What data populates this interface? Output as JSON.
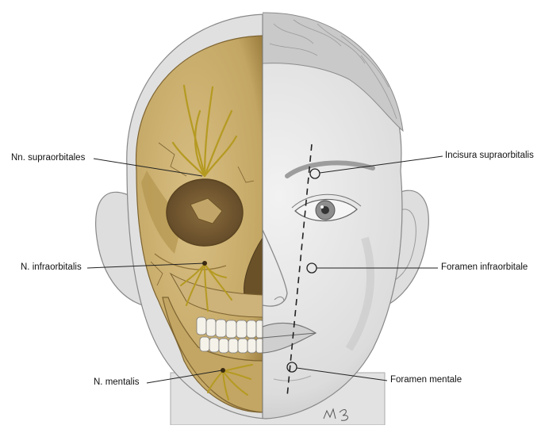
{
  "labels": {
    "nn_supraorbitales": "Nn. supraorbitales",
    "n_infraorbitalis": "N. infraorbitalis",
    "n_mentalis": "N. mentalis",
    "incisura_supraorbitalis": "Incisura supraorbitalis",
    "foramen_infraorbitale": "Foramen infraorbitale",
    "foramen_mentale": "Foramen mentale"
  },
  "signature": "M.B.",
  "colors": {
    "bone": "#c9ad6e",
    "bone_dark": "#8a6d36",
    "nerve": "#b79a1f",
    "skin": "#e6e6e6",
    "skin_shadow": "#b9b9b9",
    "outline": "#666666"
  }
}
